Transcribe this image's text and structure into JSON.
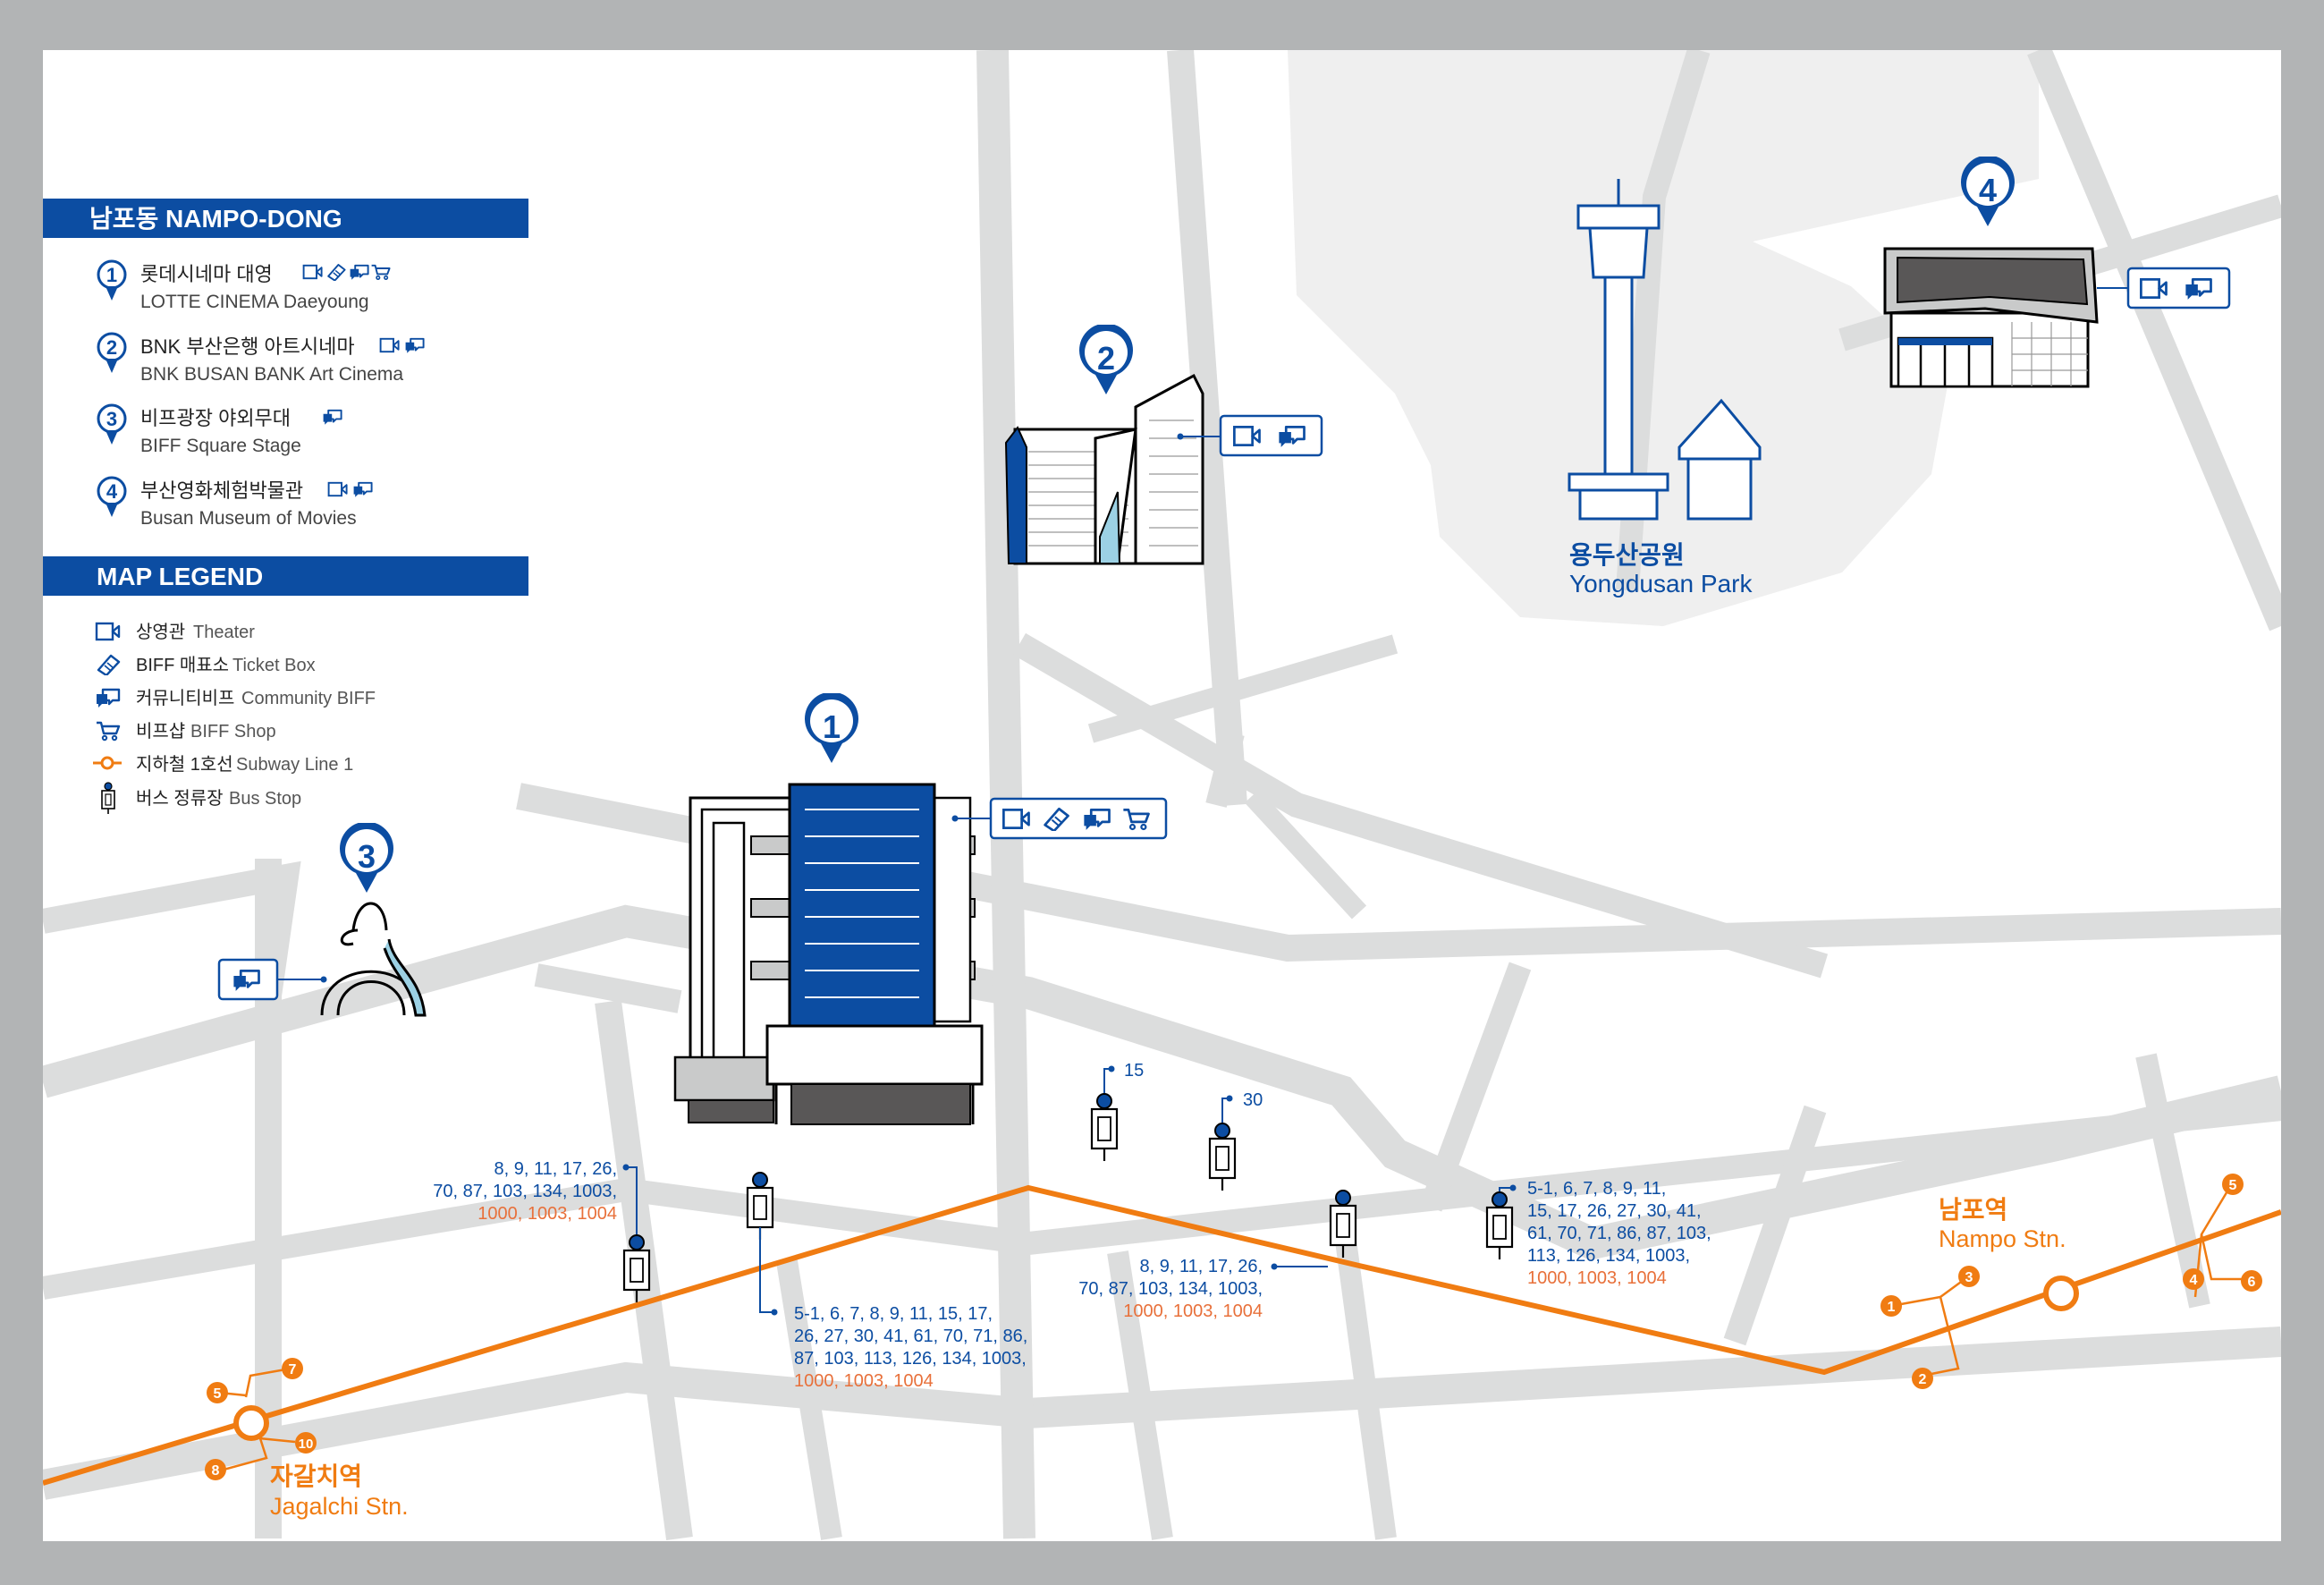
{
  "panel": {
    "title": "남포동 NAMPO-DONG",
    "venues": [
      {
        "num": "1",
        "ko": "롯데시네마 대영",
        "en": "LOTTE CINEMA Daeyoung",
        "icons": [
          "theater-icon",
          "ticket-icon",
          "community-icon",
          "shop-icon"
        ]
      },
      {
        "num": "2",
        "ko": "BNK 부산은행 아트시네마",
        "en": "BNK BUSAN BANK Art Cinema",
        "icons": [
          "theater-icon",
          "community-icon"
        ]
      },
      {
        "num": "3",
        "ko": "비프광장 야외무대",
        "en": "BIFF Square Stage",
        "icons": [
          "community-icon"
        ]
      },
      {
        "num": "4",
        "ko": "부산영화체험박물관",
        "en": "Busan Museum of Movies",
        "icons": [
          "theater-icon",
          "community-icon"
        ]
      }
    ],
    "legend_title": "MAP LEGEND",
    "legend": [
      {
        "icon": "theater-icon",
        "ko": "상영관",
        "en": "Theater"
      },
      {
        "icon": "ticket-icon",
        "ko": "BIFF 매표소",
        "en": "Ticket Box"
      },
      {
        "icon": "community-icon",
        "ko": "커뮤니티비프",
        "en": "Community BIFF"
      },
      {
        "icon": "shop-icon",
        "ko": "비프샵",
        "en": "BIFF Shop"
      },
      {
        "icon": "subway-icon",
        "ko": "지하철 1호선",
        "en": "Subway Line 1"
      },
      {
        "icon": "bus-stop-icon",
        "ko": "버스 정류장",
        "en": "Bus Stop"
      }
    ]
  },
  "map": {
    "markers": [
      "1",
      "2",
      "3",
      "4"
    ],
    "park": {
      "ko": "용두산공원",
      "en": "Yongdusan Park"
    },
    "stations": [
      {
        "ko": "자갈치역",
        "en": "Jagalchi Stn.",
        "exits": [
          "5",
          "7",
          "8",
          "10"
        ]
      },
      {
        "ko": "남포역",
        "en": "Nampo Stn.",
        "exits": [
          "1",
          "2",
          "3",
          "4",
          "5",
          "6"
        ]
      }
    ],
    "bus_labels": [
      {
        "id": "b1",
        "lines": [
          "8, 9, 11, 17, 26,",
          "70, 87, 103, 134, 1003,"
        ],
        "express": "1000, 1003, 1004"
      },
      {
        "id": "b2",
        "lines": [
          "5-1, 6, 7, 8, 9, 11, 15, 17,",
          "26, 27, 30, 41, 61, 70, 71, 86,",
          "87, 103, 113, 126, 134, 1003,"
        ],
        "express": "1000, 1003, 1004"
      },
      {
        "id": "b3",
        "lines": [
          "15"
        ],
        "express": ""
      },
      {
        "id": "b4",
        "lines": [
          "30"
        ],
        "express": ""
      },
      {
        "id": "b5",
        "lines": [
          "8, 9, 11, 17, 26,",
          "70, 87, 103, 134, 1003,"
        ],
        "express": "1000, 1003, 1004"
      },
      {
        "id": "b6",
        "lines": [
          "5-1, 6, 7, 8, 9, 11,",
          "15, 17, 26, 27, 30, 41,",
          "61, 70, 71, 86, 87, 103,",
          "113, 126, 134, 1003,"
        ],
        "express": "1000, 1003, 1004"
      }
    ]
  },
  "colors": {
    "frame": "#b2b4b5",
    "road": "#dcdddd",
    "park": "#efefef",
    "blue": "#0c4da2",
    "orange": "#f07c12",
    "express": "#e8703a"
  }
}
